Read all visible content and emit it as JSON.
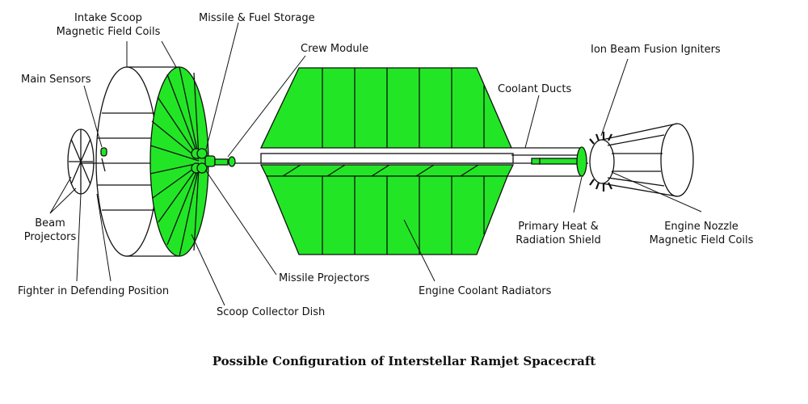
{
  "colors": {
    "fill": "#22e625",
    "stroke": "#111111"
  },
  "labels": {
    "intake_scoop": [
      "Intake Scoop",
      "Magnetic Field Coils"
    ],
    "missile_fuel": "Missile & Fuel Storage",
    "crew_module": "Crew Module",
    "ion_igniters": "Ion Beam Fusion Igniters",
    "main_sensors": "Main Sensors",
    "coolant_ducts": "Coolant Ducts",
    "beam_projectors": [
      "Beam",
      "Projectors"
    ],
    "primary_shield": [
      "Primary Heat &",
      "Radiation Shield"
    ],
    "engine_nozzle": [
      "Engine Nozzle",
      "Magnetic Field Coils"
    ],
    "missile_projectors": "Missile Projectors",
    "engine_coolant": "Engine Coolant Radiators",
    "fighter": "Fighter in Defending Position",
    "scoop_dish": "Scoop Collector Dish"
  },
  "caption": "Possible Configuration of Interstellar Ramjet Spacecraft"
}
